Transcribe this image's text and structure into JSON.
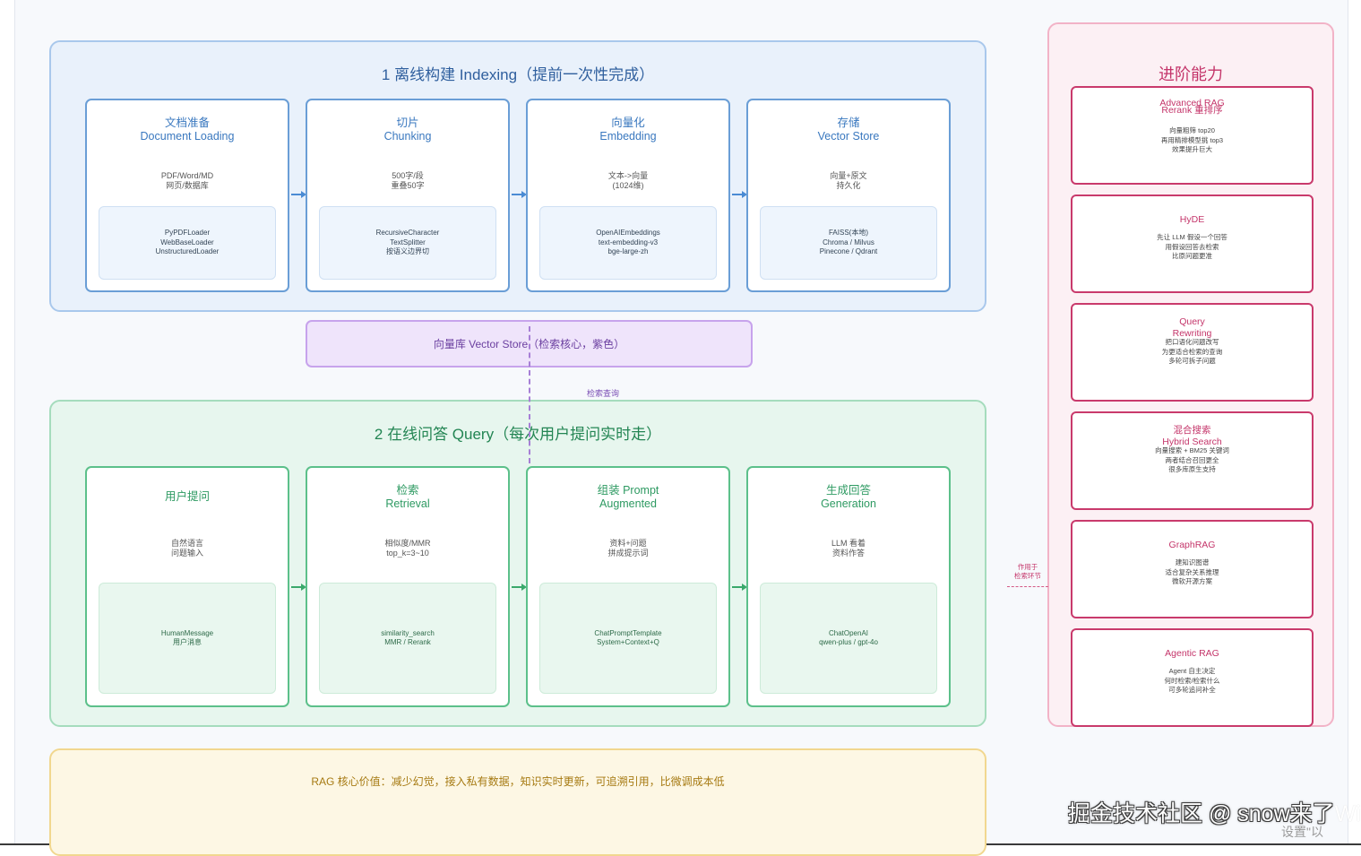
{
  "offline": {
    "title": "1  离线构建 Indexing（提前一次性完成）",
    "cards": [
      {
        "title": "文档准备",
        "subtitle": "Document Loading",
        "desc1": "PDF/Word/MD",
        "desc2": "网页/数据库",
        "tools": [
          "PyPDFLoader",
          "WebBaseLoader",
          "UnstructuredLoader"
        ]
      },
      {
        "title": "切片",
        "subtitle": "Chunking",
        "desc1": "500字/段",
        "desc2": "重叠50字",
        "tools": [
          "RecursiveCharacter",
          "TextSplitter",
          "按语义边界切"
        ]
      },
      {
        "title": "向量化",
        "subtitle": "Embedding",
        "desc1": "文本->向量",
        "desc2": "(1024维)",
        "tools": [
          "OpenAIEmbeddings",
          "text-embedding-v3",
          "bge-large-zh"
        ]
      },
      {
        "title": "存储",
        "subtitle": "Vector Store",
        "desc1": "向量+原文",
        "desc2": "持久化",
        "tools": [
          "FAISS(本地)",
          "Chroma / Milvus",
          "Pinecone / Qdrant"
        ]
      }
    ]
  },
  "vector_store": {
    "label": "向量库 Vector Store（检索核心，紫色）",
    "query_label": "检索查询"
  },
  "online": {
    "title": "2  在线问答 Query（每次用户提问实时走）",
    "cards": [
      {
        "title": "用户提问",
        "subtitle": "",
        "desc1": "自然语言",
        "desc2": "问题输入",
        "tools": [
          "HumanMessage",
          "用户消息"
        ]
      },
      {
        "title": "检索",
        "subtitle": "Retrieval",
        "desc1": "相似度/MMR",
        "desc2": "top_k=3~10",
        "tools": [
          "similarity_search",
          "MMR / Rerank"
        ]
      },
      {
        "title": "组装 Prompt",
        "subtitle": "Augmented",
        "desc1": "资料+问题",
        "desc2": "拼成提示词",
        "tools": [
          "ChatPromptTemplate",
          "System+Context+Q"
        ]
      },
      {
        "title": "生成回答",
        "subtitle": "Generation",
        "desc1": "LLM 看着",
        "desc2": "资料作答",
        "tools": [
          "ChatOpenAI",
          "qwen-plus / gpt-4o"
        ]
      }
    ]
  },
  "value": {
    "text": "RAG 核心价值：减少幻觉，接入私有数据，知识实时更新，可追溯引用，比微调成本低"
  },
  "advanced": {
    "title": "进阶能力",
    "link_label_1": "作用于",
    "link_label_2": "检索环节",
    "items": [
      {
        "title": "Advanced RAG",
        "subtitle": "Rerank 重排序",
        "lines": [
          "向量粗筛 top20",
          "再用精排模型挑 top3",
          "效果提升巨大"
        ]
      },
      {
        "title": "HyDE",
        "subtitle": "",
        "lines": [
          "先让 LLM 假设一个回答",
          "用假设回答去检索",
          "比原问题更准"
        ]
      },
      {
        "title": "Query",
        "subtitle": "Rewriting",
        "lines": [
          "把口语化问题改写",
          "为更适合检索的查询",
          "多轮可拆子问题"
        ]
      },
      {
        "title": "混合搜索",
        "subtitle": "Hybrid Search",
        "lines": [
          "向量搜索 + BM25 关键词",
          "两者结合召回更全",
          "很多库原生支持"
        ]
      },
      {
        "title": "GraphRAG",
        "subtitle": "",
        "lines": [
          "建知识图谱",
          "适合复杂关系推理",
          "微软开源方案"
        ]
      },
      {
        "title": "Agentic RAG",
        "subtitle": "",
        "lines": [
          "Agent 自主决定",
          "何时检索/检索什么",
          "可多轮追问补全"
        ]
      }
    ]
  },
  "watermark": {
    "text": "掘金技术社区 @ snow来了",
    "tail": "Wind",
    "sub": "设置\"以"
  },
  "colors": {
    "offline": "#3a78bf",
    "online": "#2e9a62",
    "vector": "#6b3fa0",
    "advanced": "#c4356a",
    "value": "#a67a12"
  }
}
